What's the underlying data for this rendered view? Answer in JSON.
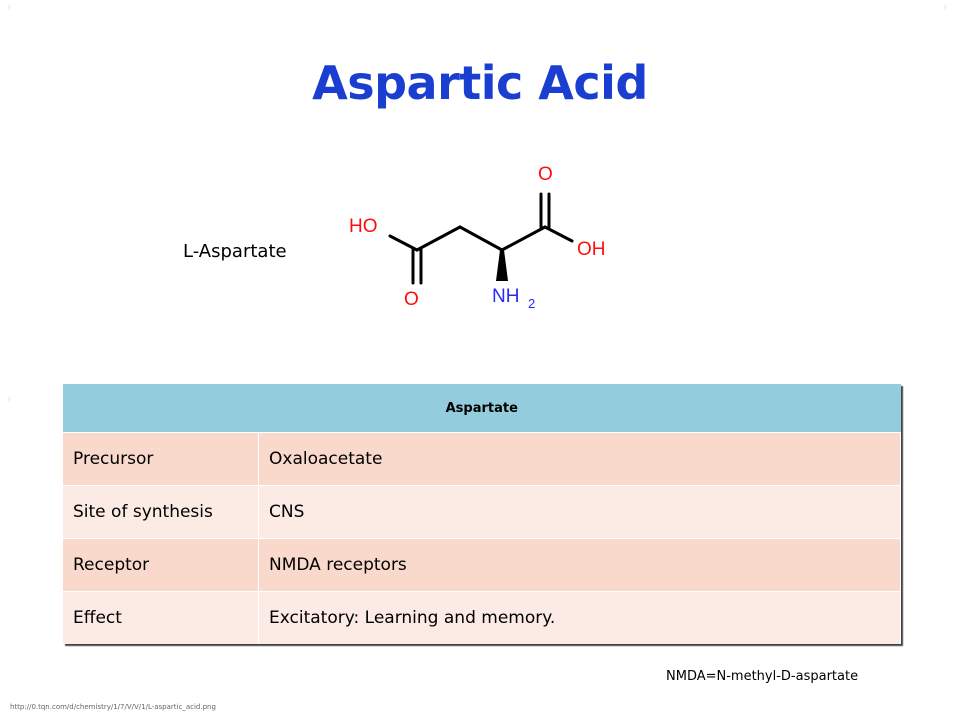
{
  "slide": {
    "title": "Aspartic Acid",
    "molecule_label": "L-Aspartate"
  },
  "structure": {
    "labels": {
      "ho": "HO",
      "o_bottom": "O",
      "o_top": "O",
      "oh": "OH",
      "nh": "NH",
      "subscript": "2"
    }
  },
  "table": {
    "header": "Aspartate",
    "rows": [
      {
        "key": "Precursor",
        "value": "Oxaloacetate"
      },
      {
        "key": "Site of synthesis",
        "value": "CNS"
      },
      {
        "key": "Receptor",
        "value": "NMDA receptors"
      },
      {
        "key": "Effect",
        "value": "Excitatory: Learning and memory."
      }
    ]
  },
  "footnote": "NMDA=N-methyl-D-aspartate",
  "source_url": "http://0.tqn.com/d/chemistry/1/7/V/V/1/L-aspartic_acid.png",
  "colors": {
    "title": "#1a3fd0",
    "header_bg": "#93cddd",
    "row_odd": "#f9d9cc",
    "row_even": "#fceae5",
    "oxygen": "#ff0d0d",
    "nitrogen": "#2929ff"
  }
}
